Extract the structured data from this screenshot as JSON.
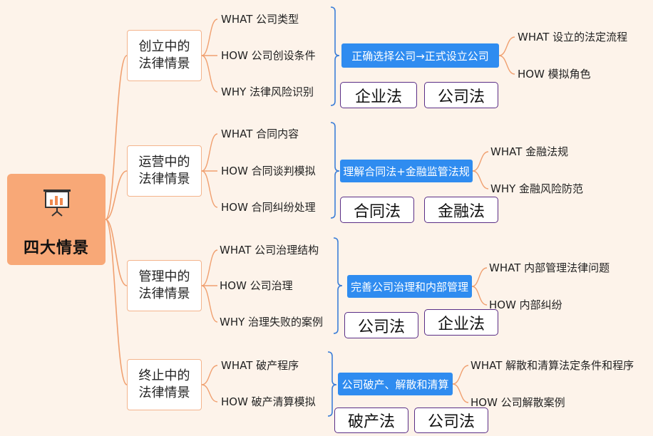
{
  "root": {
    "title": "四大情景",
    "icon": "presentation-board-icon"
  },
  "stages": [
    {
      "title_line1": "创立中的",
      "title_line2": "法律情景",
      "items": [
        "WHAT 公司类型",
        "HOW 公司创设条件",
        "WHY 法律风险识别"
      ],
      "focus": "正确选择公司→正式设立公司",
      "details": [
        "WHAT 设立的法定流程",
        "HOW 模拟角色"
      ],
      "laws": [
        "企业法",
        "公司法"
      ]
    },
    {
      "title_line1": "运营中的",
      "title_line2": "法律情景",
      "items": [
        "WHAT 合同内容",
        "HOW 合同谈判模拟",
        "HOW 合同纠纷处理"
      ],
      "focus": "理解合同法+金融监管法规",
      "details": [
        "WHAT 金融法规",
        "WHY 金融风险防范"
      ],
      "laws": [
        "合同法",
        "金融法"
      ]
    },
    {
      "title_line1": "管理中的",
      "title_line2": "法律情景",
      "items": [
        "WHAT 公司治理结构",
        "HOW 公司治理",
        "WHY 治理失败的案例"
      ],
      "focus": "完善公司治理和内部管理",
      "details": [
        "WHAT 内部管理法律问题",
        "HOW 内部纠纷"
      ],
      "laws": [
        "公司法",
        "企业法"
      ]
    },
    {
      "title_line1": "终止中的",
      "title_line2": "法律情景",
      "items": [
        "WHAT 破产程序",
        "HOW 破产清算模拟"
      ],
      "focus": "公司破产、解散和清算",
      "details": [
        "WHAT 解散和清算法定条件和程序",
        "HOW 公司解散案例"
      ],
      "laws": [
        "破产法",
        "公司法"
      ]
    }
  ],
  "colors": {
    "background": "#fdf3ea",
    "root_fill": "#f8a877",
    "stage_border": "#f4b48c",
    "connector": "#f0a070",
    "bracket": "#3d7fd8",
    "focus_fill": "#2f8cf0",
    "law_border": "#5a2e86"
  }
}
